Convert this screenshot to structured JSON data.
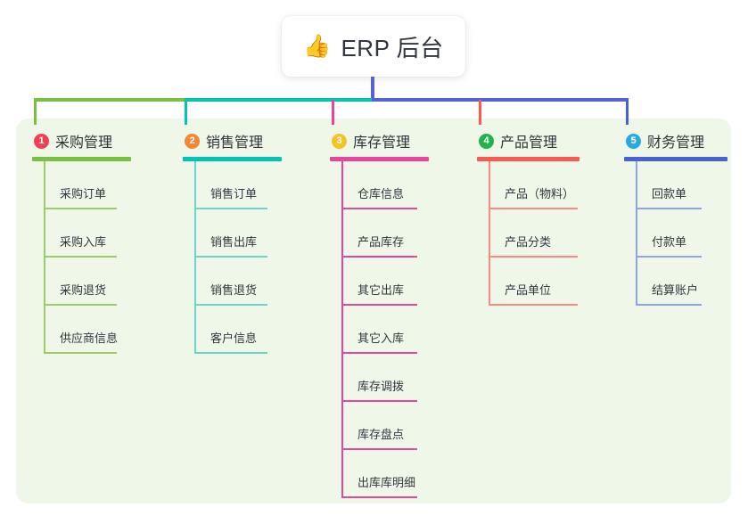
{
  "diagram": {
    "type": "mind-map",
    "root": {
      "icon": "thumbs-up-icon",
      "icon_glyph": "👍",
      "title": "ERP 后台"
    },
    "panel_color": "#eff7e9",
    "trunk": {
      "stem_color": "#5664d2",
      "segments": [
        {
          "color": "#7ac142"
        },
        {
          "color": "#00c4b4"
        },
        {
          "color": "#5664d2"
        }
      ]
    },
    "branches": [
      {
        "number": "1",
        "badge_color": "#ef4056",
        "title": "采购管理",
        "line_color": "#7ac142",
        "leaf_color": "#9ccb6a",
        "head_rule_width": 111,
        "leaf_rule_width": 82,
        "items": [
          {
            "label": "采购订单"
          },
          {
            "label": "采购入库"
          },
          {
            "label": "采购退货"
          },
          {
            "label": "供应商信息"
          }
        ]
      },
      {
        "number": "2",
        "badge_color": "#f58634",
        "title": "销售管理",
        "line_color": "#00c4b4",
        "leaf_color": "#6fd3cb",
        "head_rule_width": 111,
        "leaf_rule_width": 82,
        "items": [
          {
            "label": "销售订单"
          },
          {
            "label": "销售出库"
          },
          {
            "label": "销售退货"
          },
          {
            "label": "客户信息"
          }
        ]
      },
      {
        "number": "3",
        "badge_color": "#f6c324",
        "title": "库存管理",
        "line_color": "#e8459c",
        "leaf_color": "#e8459c",
        "head_rule_width": 111,
        "leaf_rule_width": 85,
        "items": [
          {
            "label": "仓库信息"
          },
          {
            "label": "产品库存"
          },
          {
            "label": "其它出库"
          },
          {
            "label": "其它入库"
          },
          {
            "label": "库存调拨"
          },
          {
            "label": "库存盘点"
          },
          {
            "label": "出库库明细"
          }
        ]
      },
      {
        "number": "4",
        "badge_color": "#22b14c",
        "title": "产品管理",
        "line_color": "#fb5a52",
        "leaf_color": "#fb8a84",
        "head_rule_width": 115,
        "leaf_rule_width": 100,
        "items": [
          {
            "label": "产品（物料）"
          },
          {
            "label": "产品分类"
          },
          {
            "label": "产品单位"
          }
        ]
      },
      {
        "number": "5",
        "badge_color": "#29a9e1",
        "title": "财务管理",
        "line_color": "#4862d4",
        "leaf_color": "#8fa4e8",
        "head_rule_width": 116,
        "leaf_rule_width": 74,
        "items": [
          {
            "label": "回款单"
          },
          {
            "label": "付款单"
          },
          {
            "label": "结算账户"
          }
        ]
      }
    ]
  }
}
